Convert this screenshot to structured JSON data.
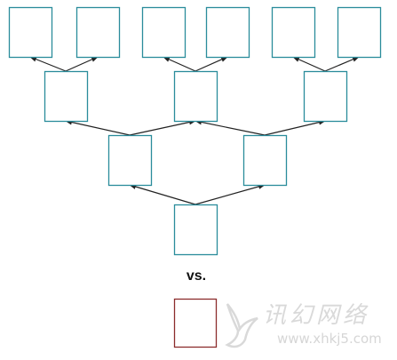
{
  "diagram": {
    "title": "",
    "comparison_label": "vs.",
    "tree_border_color": "#2a8c9b",
    "single_border_color": "#8b2c2c",
    "arrow_color": "#222222",
    "nodes": [
      "root",
      "l1-left",
      "l1-right",
      "l2-a",
      "l2-b",
      "l2-c",
      "l3-1",
      "l3-2",
      "l3-3",
      "l3-4",
      "l3-5",
      "l3-6"
    ],
    "edges": [
      [
        "root",
        "l1-left"
      ],
      [
        "root",
        "l1-right"
      ],
      [
        "l1-left",
        "l2-a"
      ],
      [
        "l1-left",
        "l2-b"
      ],
      [
        "l1-right",
        "l2-b"
      ],
      [
        "l1-right",
        "l2-c"
      ],
      [
        "l2-a",
        "l3-1"
      ],
      [
        "l2-a",
        "l3-2"
      ],
      [
        "l2-b",
        "l3-3"
      ],
      [
        "l2-b",
        "l3-4"
      ],
      [
        "l2-c",
        "l3-5"
      ],
      [
        "l2-c",
        "l3-6"
      ]
    ],
    "single_node": "single-box"
  },
  "watermark": {
    "text": "讯幻网络",
    "url": "www.xhkj5.com"
  }
}
